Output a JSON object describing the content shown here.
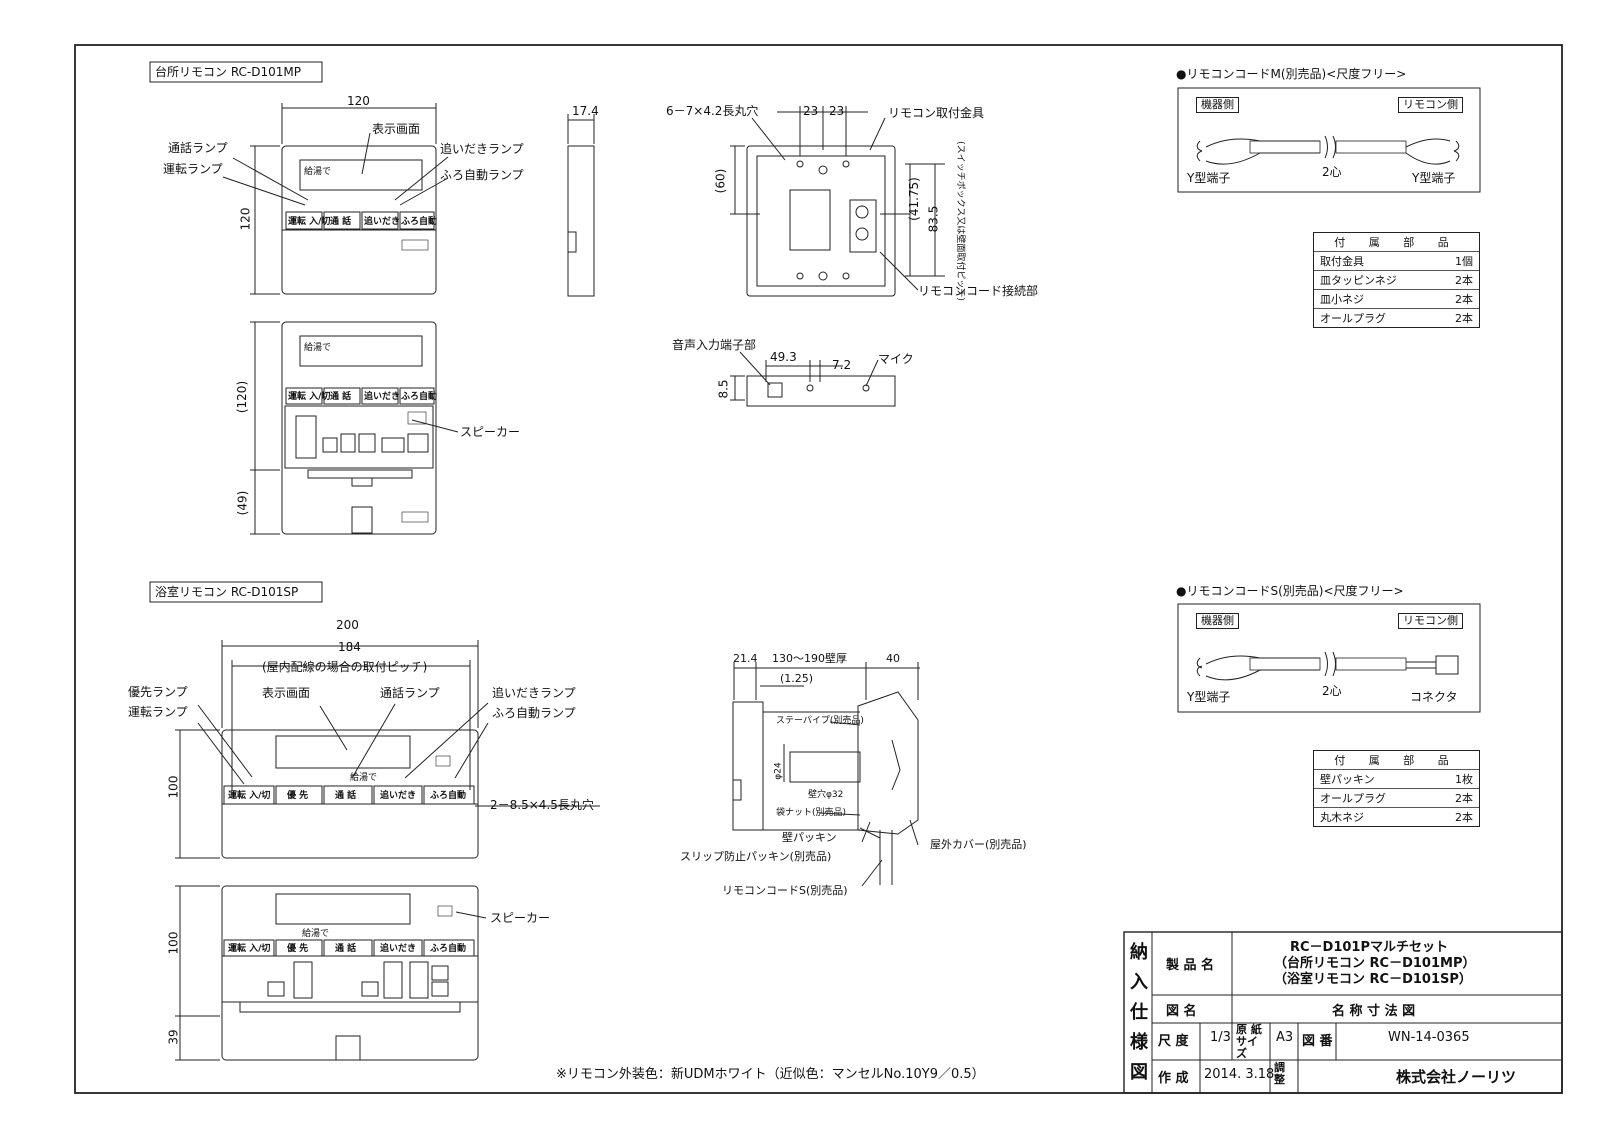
{
  "sections": {
    "kitchen_remote_title": "台所リモコン RC-D101MP",
    "bath_remote_title": "浴室リモコン RC-D101SP"
  },
  "kitchen": {
    "dims": {
      "width": "120",
      "height": "120",
      "open_height": "(120)",
      "lower": "(49)",
      "depth": "17.4"
    },
    "labels": {
      "display": "表示画面",
      "call_lamp": "通話ランプ",
      "run_lamp": "運転ランプ",
      "reheat_lamp": "追いだきランプ",
      "auto_bath_lamp": "ふろ自動ランプ",
      "speaker": "スピーカー"
    },
    "buttons": [
      "運転 入/切",
      "通 話",
      "追いだき",
      "ふろ自動"
    ],
    "screen_text": "給湯で"
  },
  "bracket": {
    "dims": {
      "slot": "6－7×4.2長丸穴",
      "pitch1": "23",
      "pitch2": "23",
      "left": "(60)",
      "right": "(41.75)",
      "height": "83.5"
    },
    "labels": {
      "mount": "リモコン取付金具",
      "switchbox": "(スイッチボックス又は壁面取付ピッチ)",
      "cord_conn": "リモコンコード接続部"
    }
  },
  "bottom_view": {
    "labels": {
      "audio": "音声入力端子部",
      "mic": "マイク"
    },
    "dims": {
      "a": "49.3",
      "b": "7.2",
      "h": "8.5"
    }
  },
  "bath": {
    "dims": {
      "width": "200",
      "pitch": "184",
      "pitch_note": "(屋内配線の場合の取付ピッチ)",
      "height1": "100",
      "height2": "100",
      "lower": "39"
    },
    "labels": {
      "priority_lamp": "優先ランプ",
      "run_lamp": "運転ランプ",
      "display": "表示画面",
      "call_lamp": "通話ランプ",
      "reheat_lamp": "追いだきランプ",
      "auto_bath_lamp": "ふろ自動ランプ",
      "slot": "2－8.5×4.5長丸穴",
      "speaker": "スピーカー"
    },
    "buttons": [
      "運転 入/切",
      "優 先",
      "通 話",
      "追いだき",
      "ふろ自動"
    ],
    "screen_text": "給湯で"
  },
  "install": {
    "dims": {
      "a": "21.4",
      "b": "130～190壁厚",
      "c": "40",
      "d": "(1.25)",
      "pipe": "φ24",
      "hole": "壁穴φ32"
    },
    "labels": {
      "stay_pipe": "ステーパイプ(別売品)",
      "bag_nut": "袋ナット(別売品)",
      "wall_packing": "壁パッキン",
      "slip_packing": "スリップ防止パッキン(別売品)",
      "cord_s": "リモコンコードS(別売品)",
      "outer_cover": "屋外カバー(別売品)"
    }
  },
  "cord_m": {
    "title": "●リモコンコードM(別売品)<尺度フリー>",
    "left_tag": "機器側",
    "right_tag": "リモコン側",
    "left_term": "Y型端子",
    "center": "2心",
    "right_term": "Y型端子"
  },
  "acc_m": {
    "header": "付 属 部 品",
    "rows": [
      {
        "name": "取付金具",
        "qty": "1個"
      },
      {
        "name": "皿タッピンネジ",
        "qty": "2本"
      },
      {
        "name": "皿小ネジ",
        "qty": "2本"
      },
      {
        "name": "オールプラグ",
        "qty": "2本"
      }
    ]
  },
  "cord_s": {
    "title": "●リモコンコードS(別売品)<尺度フリー>",
    "left_tag": "機器側",
    "right_tag": "リモコン側",
    "left_term": "Y型端子",
    "center": "2心",
    "right_term": "コネクタ"
  },
  "acc_s": {
    "header": "付 属 部 品",
    "rows": [
      {
        "name": "壁パッキン",
        "qty": "1枚"
      },
      {
        "name": "オールプラグ",
        "qty": "2本"
      },
      {
        "name": "丸木ネジ",
        "qty": "2本"
      }
    ]
  },
  "note": "※リモコン外装色：新UDMホワイト（近似色：マンセルNo.10Y9／0.5）",
  "title_block": {
    "side": "納入仕様図",
    "product_label": "製 品 名",
    "product_lines": [
      "RC－D101Pマルチセット",
      "（台所リモコン RC－D101MP）",
      "（浴室リモコン RC－D101SP）"
    ],
    "drawing_label": "図 名",
    "drawing_name": "名 称 寸 法 図",
    "scale_label": "尺 度",
    "scale": "1/3",
    "paper_label": "原 紙 サイズ",
    "paper": "A3",
    "number_label": "図 番",
    "number": "WN-14-0365",
    "made_label": "作 成",
    "date": "2014. 3.18",
    "check_label": "調 整",
    "company": "株式会社ノーリツ"
  }
}
